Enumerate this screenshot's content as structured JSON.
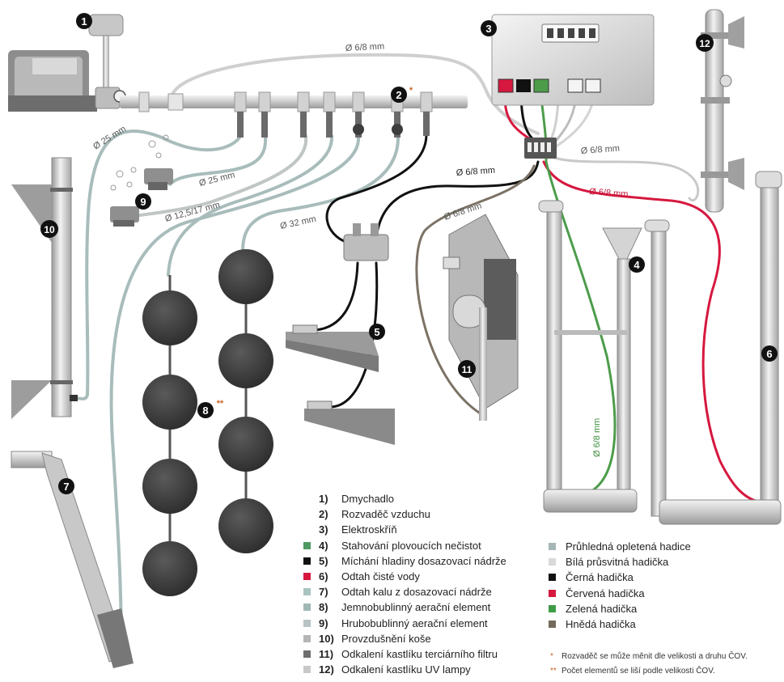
{
  "callouts": {
    "c1": "1",
    "c2": "2",
    "c2_star": "*",
    "c3": "3",
    "c4": "4",
    "c5": "5",
    "c6": "6",
    "c7": "7",
    "c8": "8",
    "c8_star": "**",
    "c9": "9",
    "c10": "10",
    "c11": "11",
    "c12": "12"
  },
  "hose_labels": {
    "top": "Ø 6/8 mm",
    "d25_a": "Ø 25 mm",
    "d25_b": "Ø 25 mm",
    "d12": "Ø 12,5/17 mm",
    "d32": "Ø 32 mm",
    "black": "Ø 6/8 mm",
    "brown": "Ø 6/8 mm",
    "grey_right": "Ø 6/8 mm",
    "red": "Ø 6/8 mm",
    "green": "Ø 6/8 mm"
  },
  "legend_left": [
    {
      "num": "1)",
      "label": "Dmychadlo",
      "swatch": ""
    },
    {
      "num": "2)",
      "label": "Rozvaděč vzduchu",
      "swatch": ""
    },
    {
      "num": "3)",
      "label": "Elektroskříň",
      "swatch": ""
    },
    {
      "num": "4)",
      "label": "Stahování plovoucích nečistot",
      "swatch": "#4f9a63"
    },
    {
      "num": "5)",
      "label": "Míchání hladiny dosazovací nádrže",
      "swatch": "#111111"
    },
    {
      "num": "6)",
      "label": "Odtah čisté vody",
      "swatch": "#d6183f"
    },
    {
      "num": "7)",
      "label": "Odtah kalu z dosazovací nádrže",
      "swatch": "#a9c4c0"
    },
    {
      "num": "8)",
      "label": "Jemnobublinný aerační element",
      "swatch": "#9eb9b5"
    },
    {
      "num": "9)",
      "label": "Hrubobublinný aerační element",
      "swatch": "#b7c3c2"
    },
    {
      "num": "10)",
      "label": "Provzdušnění koše",
      "swatch": "#b5b5b5"
    },
    {
      "num": "11)",
      "label": "Odkalení kastlíku terciárního filtru",
      "swatch": "#6e6e6e"
    },
    {
      "num": "12)",
      "label": "Odkalení kastlíku UV lampy",
      "swatch": "#c9c9c9"
    }
  ],
  "legend_right": [
    {
      "label": "Průhledná opletená hadice",
      "swatch": "#a5b6b4"
    },
    {
      "label": "Bílá průsvitná hadička",
      "swatch": "#d9d9d9"
    },
    {
      "label": "Černá hadička",
      "swatch": "#111111"
    },
    {
      "label": "Červená hadička",
      "swatch": "#d6183f"
    },
    {
      "label": "Zelená hadička",
      "swatch": "#3f9b45"
    },
    {
      "label": "Hnědá hadička",
      "swatch": "#74695a"
    }
  ],
  "notes": [
    {
      "mark": "*",
      "text": "Rozvaděč se může měnit dle velikosti a druhu ČOV."
    },
    {
      "mark": "**",
      "text": "Počet elementů se liší podle velikosti ČOV."
    }
  ],
  "colors": {
    "pipe": "#cfcfcf",
    "pipe_dark": "#8a8a8a",
    "hose_clear": "#a8bdbb",
    "hose_white": "#c9c9c9",
    "hose_black": "#111111",
    "hose_red": "#d6183f",
    "hose_green": "#4c9c4a",
    "hose_brown": "#7b7265",
    "element": "#3f3f3f",
    "callout": "#111111"
  }
}
